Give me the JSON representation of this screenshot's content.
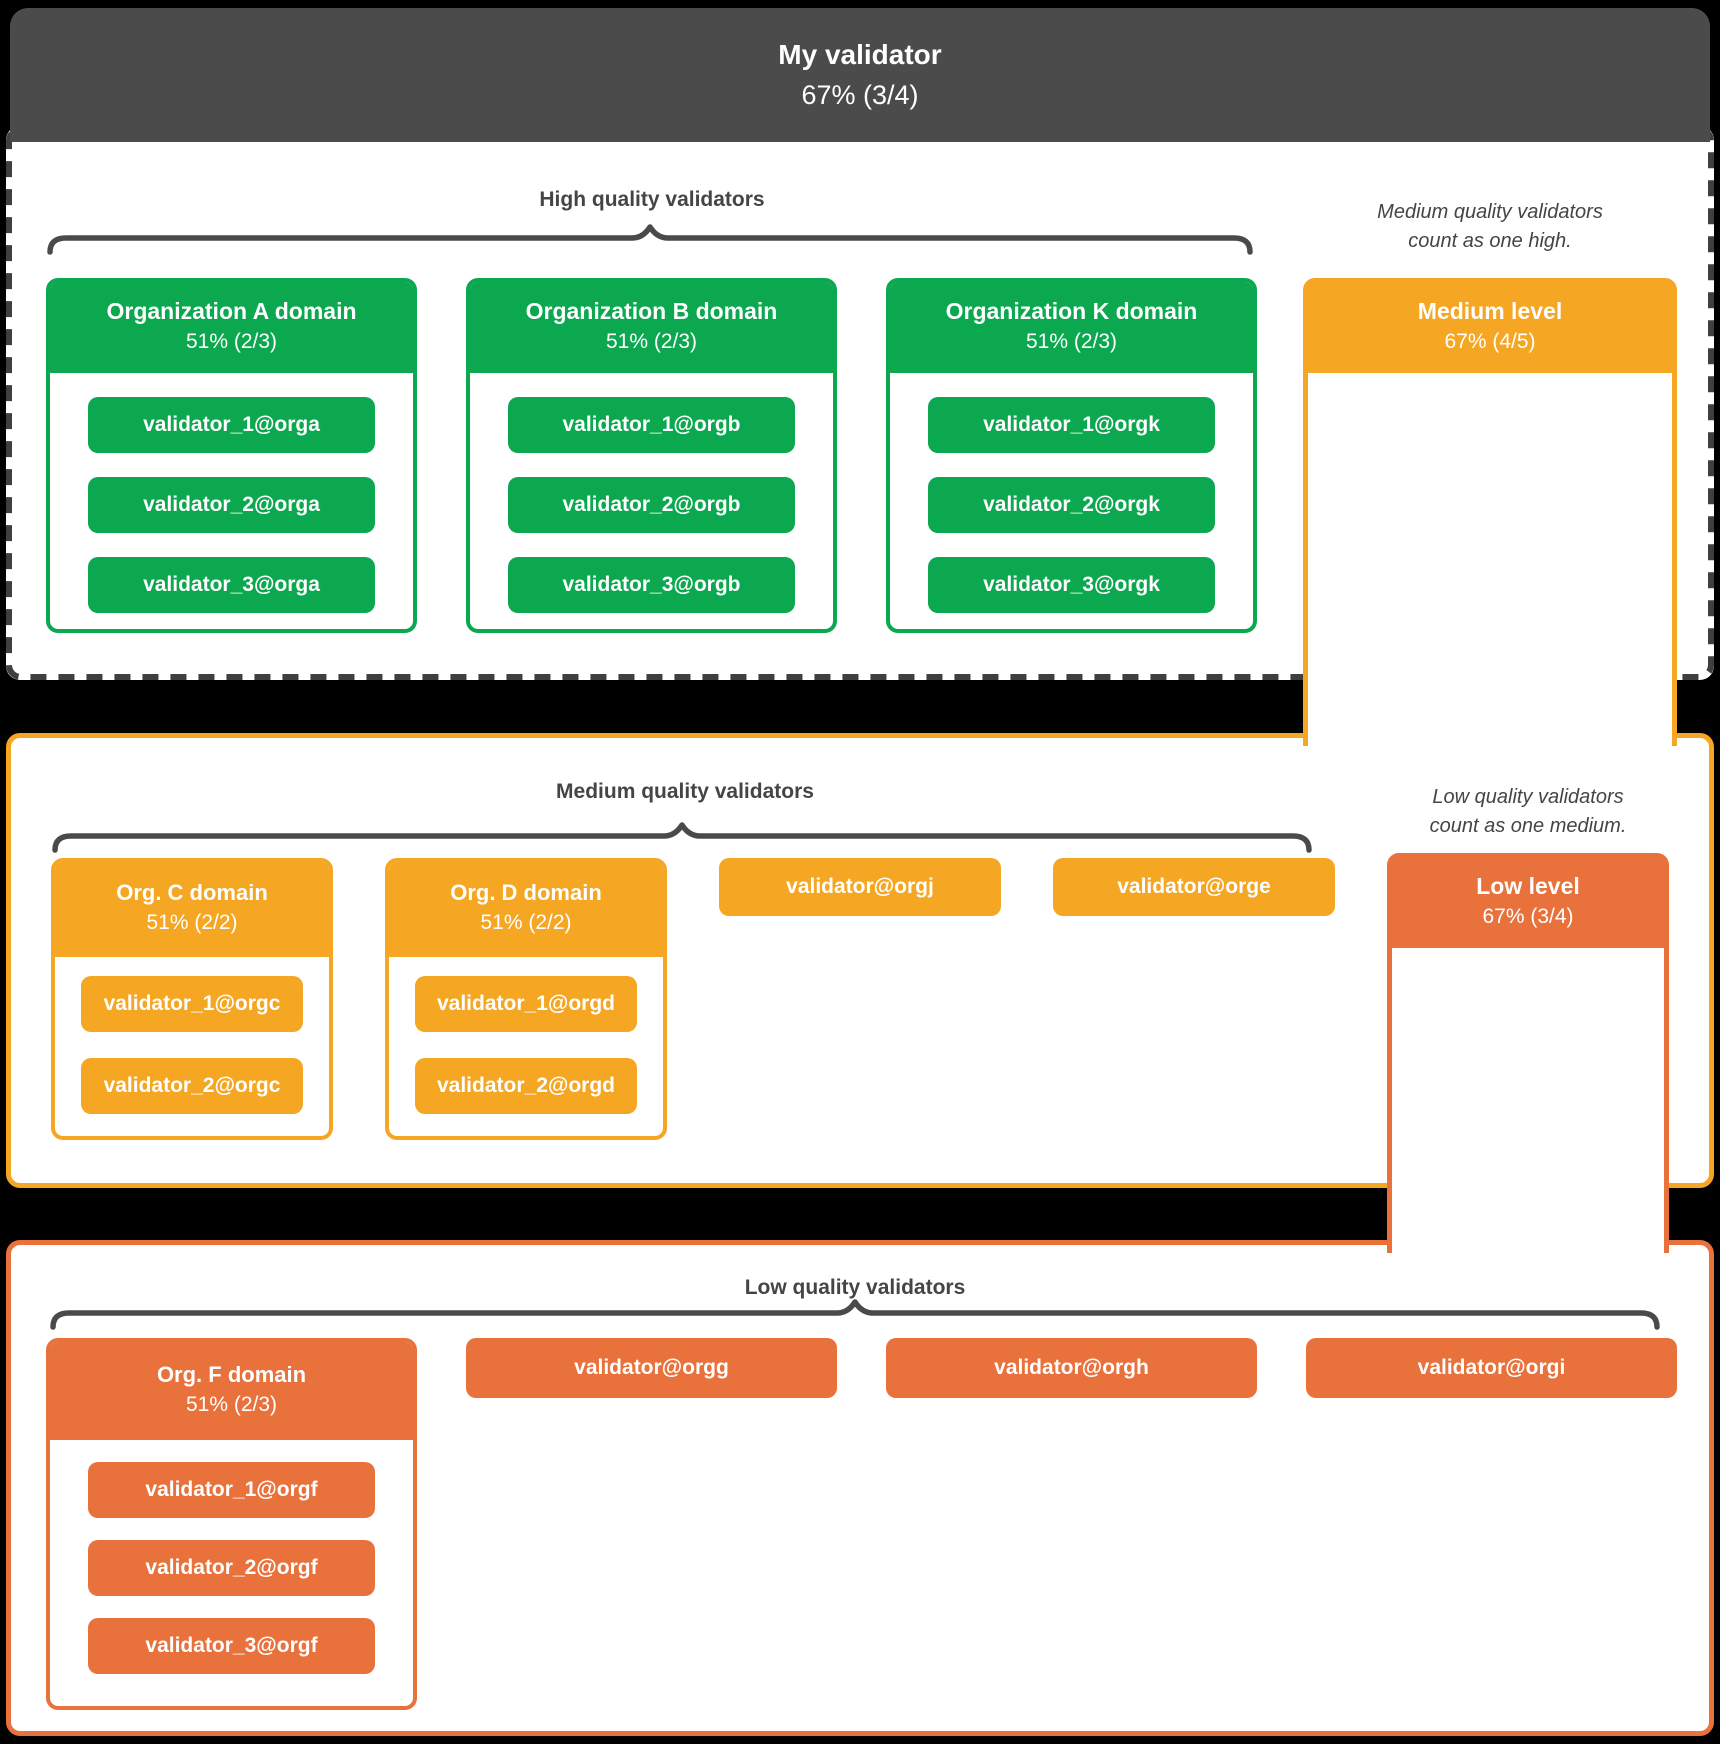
{
  "colors": {
    "green": "#0BA850",
    "amber": "#F5A623",
    "orange_red": "#E8713C",
    "header_gray": "#4B4B4B"
  },
  "header": {
    "title": "My validator",
    "quorum": "67% (3/4)"
  },
  "high": {
    "title": "High quality validators",
    "orgs": [
      {
        "name": "Organization A domain",
        "quorum": "51% (2/3)",
        "validators": [
          "validator_1@orga",
          "validator_2@orga",
          "validator_3@orga"
        ]
      },
      {
        "name": "Organization B domain",
        "quorum": "51% (2/3)",
        "validators": [
          "validator_1@orgb",
          "validator_2@orgb",
          "validator_3@orgb"
        ]
      },
      {
        "name": "Organization K domain",
        "quorum": "51% (2/3)",
        "validators": [
          "validator_1@orgk",
          "validator_2@orgk",
          "validator_3@orgk"
        ]
      }
    ],
    "medium_note_line1": "Medium quality validators",
    "medium_note_line2": "count as one high.",
    "medium_level": {
      "title": "Medium level",
      "quorum": "67% (4/5)"
    }
  },
  "medium": {
    "title": "Medium quality validators",
    "orgs": [
      {
        "name": "Org. C domain",
        "quorum": "51% (2/2)",
        "validators": [
          "validator_1@orgc",
          "validator_2@orgc"
        ]
      },
      {
        "name": "Org. D domain",
        "quorum": "51% (2/2)",
        "validators": [
          "validator_1@orgd",
          "validator_2@orgd"
        ]
      }
    ],
    "standalone": [
      "validator@orgj",
      "validator@orge"
    ],
    "low_note_line1": "Low quality validators",
    "low_note_line2": "count as one medium.",
    "low_level": {
      "title": "Low level",
      "quorum": "67% (3/4)"
    }
  },
  "low": {
    "title": "Low quality validators",
    "orgs": [
      {
        "name": "Org. F domain",
        "quorum": "51% (2/3)",
        "validators": [
          "validator_1@orgf",
          "validator_2@orgf",
          "validator_3@orgf"
        ]
      }
    ],
    "standalone": [
      "validator@orgg",
      "validator@orgh",
      "validator@orgi"
    ]
  }
}
